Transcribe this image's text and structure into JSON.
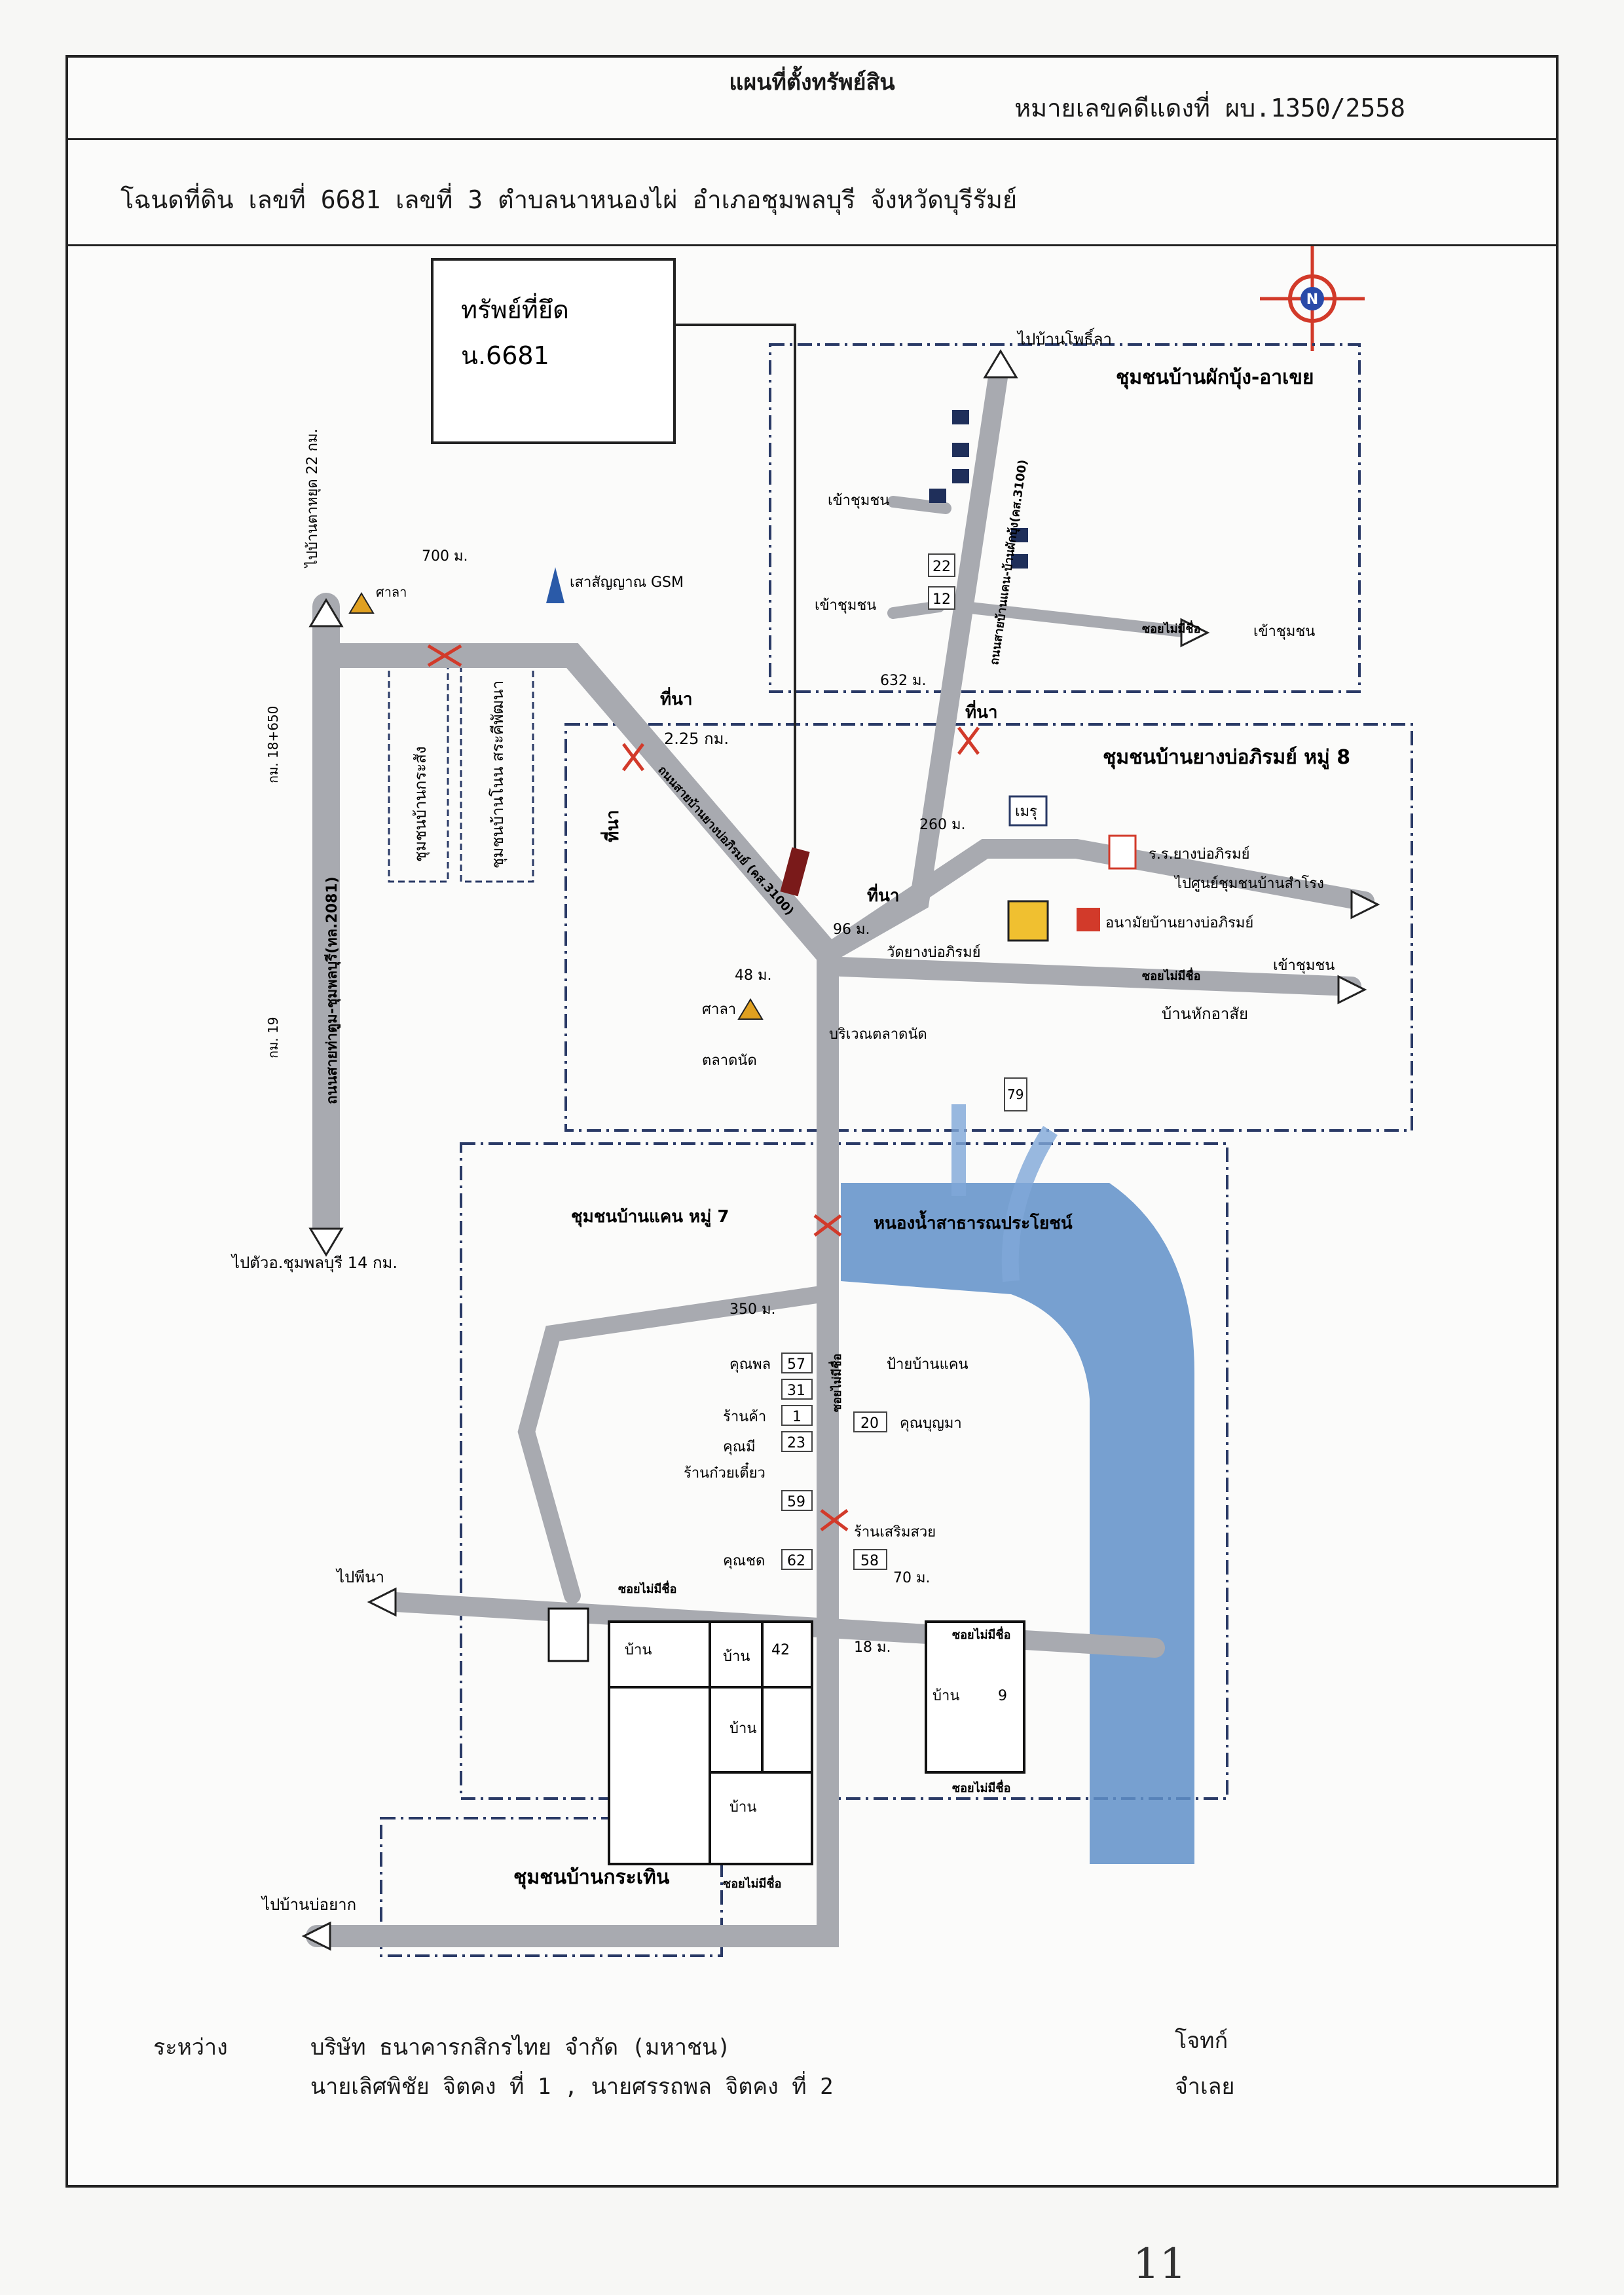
{
  "header": {
    "title": "แผนที่ตั้งทรัพย์สิน",
    "case_number": "หมายเลขคดีแดงที่ ผบ.1350/2558",
    "deed_line": "โฉนดที่ดิน เลขที่ 6681   เลขที่ 3 ตำบลนาหนองไผ่  อำเภอชุมพลบุรี  จังหวัดบุรีรัมย์"
  },
  "callout": {
    "line1": "ทรัพย์ที่ยึด",
    "line2": "น.6681"
  },
  "communities": {
    "north": "ชุมชนบ้านผักบุ้ง-อาเขย",
    "middle": "ชุมชนบ้านยางบ่อภิรมย์ หมู่ 8",
    "south": "ชุมชนบ้านแคน หมู่ 7",
    "bottom": "ชุมชนบ้านกระเทิน"
  },
  "labels": {
    "to_north": "ไปบ้านโพธิ์ลา",
    "to_left_north": "ไปบ้านตาหยุด 22 กม.",
    "to_left_south": "ไปตัวอ.ชุมพลบุรี 14 กม.",
    "to_pin_na": "ไปพีนา",
    "to_bottom_left": "ไปบ้านบ่อยาก",
    "enter_comm_1": "เข้าชุมชน",
    "enter_comm_2": "เข้าชุมชน",
    "enter_comm_3": "เข้าชุมชน",
    "enter_comm_4": "เข้าชุมชน",
    "to_community_office": "ไปศูนย์ชุมชนบ้านสำโรง",
    "main_road": "ถนนสายท่าตูม-ชุมพลบุรี(ทล.2081)",
    "km_top": "กม. 18+650",
    "km_bottom": "กม. 19",
    "gsm": "เสาสัญญาณ GSM",
    "sala_top": "ศาลา",
    "sala_mid": "ศาลา",
    "comm_left_1": "ชุมชนบ้านกระสัง",
    "comm_left_2": "ชุมชนบ้านโนน สระคีพัฒนา",
    "field_1": "ที่นา",
    "field_2": "ที่นา",
    "field_3": "ที่นา",
    "field_4": "ที่นา",
    "school": "ร.ร.ยางบ่อภิรมย์",
    "health": "อนามัยบ้านยางบ่อภิรมย์",
    "temple": "วัดยางบ่อภิรมย์",
    "market_1": "บริเวณตลาดนัด",
    "market_2": "ตลาดนัด",
    "hak_asa": "บ้านหักอาสัย",
    "pond": "หนองน้ำสาธารณประโยชน์",
    "sign_ban_khaen": "ป้ายบ้านแคน",
    "khun_phon": "คุณพล",
    "khun_bunma": "คุณบุญมา",
    "shop": "ร้านค้า",
    "khun_mee": "คุณมี",
    "noodle_shop": "ร้านก๋วยเตี๋ยว",
    "beauty_shop": "ร้านเสริมสวย",
    "khun_chot": "คุณชด",
    "house": "บ้าน",
    "meru": "เมรุ",
    "dist_700": "700 ม.",
    "dist_225": "2.25 กม.",
    "dist_260": "260 ม.",
    "dist_96": "96 ม.",
    "dist_48": "48 ม.",
    "dist_632": "632 ม.",
    "dist_350": "350 ม.",
    "dist_70": "70 ม.",
    "dist_18": "18 ม.",
    "soi": "ซอยไม่มีชื่อ",
    "road_r": "ถนนสายบ้านแคน-บ้านผักบุ้ง(คส.3100)",
    "road_diag": "ถนนสายบ้านยางบ่อภิรมย์ (คส.3100)",
    "pole_1": "ซอยไม่มีชื่อ",
    "bldg_22": "22",
    "bldg_12": "12",
    "bldg_57": "57",
    "bldg_31": "31",
    "bldg_1": "1",
    "bldg_23": "23",
    "bldg_59": "59",
    "bldg_62": "62",
    "bldg_58": "58",
    "bldg_20": "20",
    "bldg_42": "42",
    "bldg_79": "79",
    "bldg_9": "9"
  },
  "footer": {
    "between_label": "ระหว่าง",
    "plaintiff": "บริษัท ธนาคารกสิกรไทย จำกัด (มหาชน)",
    "plaintiff_role": "โจทก์",
    "defendants": "นายเลิศพิชัย จิตคง  ที่ 1 , นายศรรถพล  จิตคง  ที่ 2",
    "defendant_role": "จำเลย"
  },
  "page_number": "11",
  "colors": {
    "road": "#a8aab0",
    "water": "#5f8fc8",
    "boundary": "#2a3a66",
    "cross": "#d23a2a",
    "compass": "#d23a2a"
  }
}
